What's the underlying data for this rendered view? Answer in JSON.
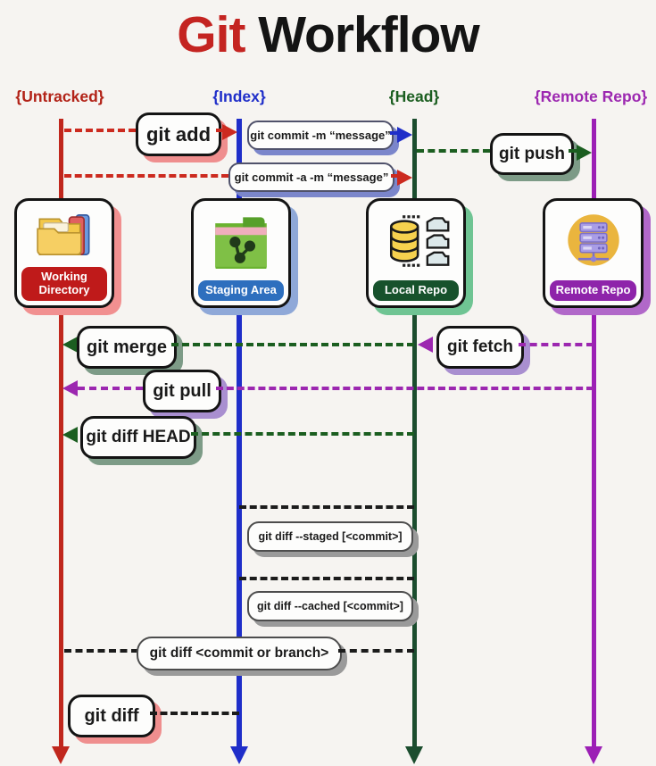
{
  "title": {
    "word_red": "Git",
    "word_black": "Workflow"
  },
  "lanes": [
    {
      "label": "{Untracked}",
      "color": "#b22217",
      "line_color": "#c0271d"
    },
    {
      "label": "{Index}",
      "color": "#1f2ec9",
      "line_color": "#1f2ec9"
    },
    {
      "label": "{Head}",
      "color": "#1b5e20",
      "line_color": "#1b4d2e"
    },
    {
      "label": "{Remote Repo}",
      "color": "#9c27b0",
      "line_color": "#9c1fb5"
    }
  ],
  "stations": [
    {
      "label": "Working Directory",
      "banner_color": "#bf1a1a",
      "icon": "folders-icon"
    },
    {
      "label": "Staging Area",
      "banner_color": "#2e6fbe",
      "icon": "git-folder-icon"
    },
    {
      "label": "Local Repo",
      "banner_color": "#17522c",
      "icon": "database-icon"
    },
    {
      "label": "Remote Repo",
      "banner_color": "#8e24aa",
      "icon": "server-icon"
    }
  ],
  "commands": {
    "git_add": "git add",
    "commit_m": "git commit -m “message”",
    "commit_am": "git commit -a -m “message”",
    "git_push": "git push",
    "git_merge": "git merge",
    "git_fetch": "git fetch",
    "git_pull": "git pull",
    "diff_head": "git diff HEAD",
    "diff_staged": "git diff --staged [<commit>]",
    "diff_cached": "git diff --cached [<commit>]",
    "diff_commit_branch": "git diff <commit or branch>",
    "git_diff": "git diff"
  }
}
